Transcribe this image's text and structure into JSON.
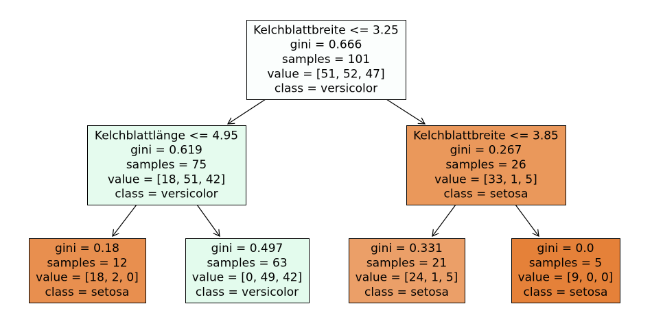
{
  "tree": {
    "nodes": [
      {
        "id": "root",
        "lines": [
          "Kelchblattbreite <= 3.25",
          "gini = 0.666",
          "samples = 101",
          "value = [51, 52, 47]",
          "class = versicolor"
        ],
        "fill": "#fbfefd"
      },
      {
        "id": "left",
        "lines": [
          "Kelchblattlänge <= 4.95",
          "gini = 0.619",
          "samples = 75",
          "value = [18, 51, 42]",
          "class = versicolor"
        ],
        "fill": "#e5fbee"
      },
      {
        "id": "right",
        "lines": [
          "Kelchblattbreite <= 3.85",
          "gini = 0.267",
          "samples = 26",
          "value = [33, 1, 5]",
          "class = setosa"
        ],
        "fill": "#ea985b"
      },
      {
        "id": "left-left",
        "lines": [
          "gini = 0.18",
          "samples = 12",
          "value = [18, 2, 0]",
          "class = setosa"
        ],
        "fill": "#e88f4f"
      },
      {
        "id": "left-right",
        "lines": [
          "gini = 0.497",
          "samples = 63",
          "value = [0, 49, 42]",
          "class = versicolor"
        ],
        "fill": "#e3fbed"
      },
      {
        "id": "right-left",
        "lines": [
          "gini = 0.331",
          "samples = 21",
          "value = [24, 1, 5]",
          "class = setosa"
        ],
        "fill": "#eb9f68"
      },
      {
        "id": "right-right",
        "lines": [
          "gini = 0.0",
          "samples = 5",
          "value = [9, 0, 0]",
          "class = setosa"
        ],
        "fill": "#e58139"
      }
    ],
    "edges": [
      {
        "from": "root",
        "to": "left"
      },
      {
        "from": "root",
        "to": "right"
      },
      {
        "from": "left",
        "to": "left-left"
      },
      {
        "from": "left",
        "to": "left-right"
      },
      {
        "from": "right",
        "to": "right-left"
      },
      {
        "from": "right",
        "to": "right-right"
      }
    ]
  }
}
